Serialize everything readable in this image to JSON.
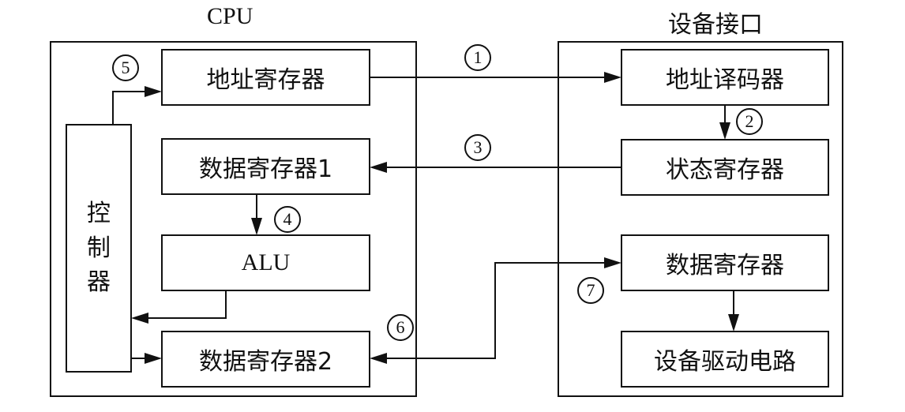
{
  "cpu": {
    "title": "CPU",
    "controller": {
      "label": "控制器",
      "chars": [
        "控",
        "制",
        "器"
      ]
    },
    "address_register": "地址寄存器",
    "data_register_1": "数据寄存器1",
    "alu": "ALU",
    "data_register_2": "数据寄存器2"
  },
  "device_interface": {
    "title": "设备接口",
    "address_decoder": "地址译码器",
    "status_register": "状态寄存器",
    "data_register": "数据寄存器",
    "device_driver": "设备驱动电路"
  },
  "steps": {
    "s1": "1",
    "s2": "2",
    "s3": "3",
    "s4": "4",
    "s5": "5",
    "s6": "6",
    "s7": "7"
  },
  "connections": [
    {
      "step": "1",
      "from": "地址寄存器",
      "to": "地址译码器"
    },
    {
      "step": "2",
      "from": "地址译码器",
      "to": "状态寄存器"
    },
    {
      "step": "3",
      "from": "状态寄存器",
      "to": "数据寄存器1"
    },
    {
      "step": "4",
      "from": "数据寄存器1",
      "to": "ALU"
    },
    {
      "step": "5",
      "from": "控制器",
      "to": "地址寄存器"
    },
    {
      "step": "6",
      "from": "数据寄存器",
      "to": "数据寄存器2"
    },
    {
      "step": "7",
      "from": "数据寄存器2",
      "to": "数据寄存器"
    },
    {
      "step": "",
      "from": "ALU",
      "to": "控制器"
    },
    {
      "step": "",
      "from": "控制器",
      "to": "数据寄存器2"
    },
    {
      "step": "",
      "from": "数据寄存器",
      "to": "设备驱动电路"
    }
  ]
}
